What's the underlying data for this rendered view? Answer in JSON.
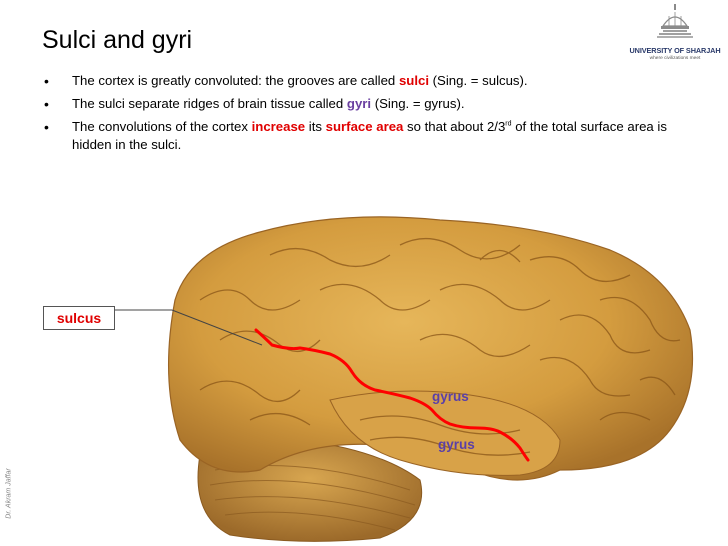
{
  "slide": {
    "title": "Sulci and gyri",
    "bullets": {
      "b1": {
        "pre": "The cortex is greatly convoluted: the grooves are called ",
        "term": "sulci",
        "post": " (Sing. = sulcus)."
      },
      "b2": {
        "pre": "The sulci separate ridges of brain tissue called ",
        "term": "gyri",
        "post": " (Sing. = gyrus)."
      },
      "b3": {
        "pre": "The convolutions of the cortex ",
        "term1": "increase",
        "mid": " its ",
        "term2": "surface area",
        "post": " so that about 2/3",
        "sup": "rd",
        "post2": " of the total surface area is hidden in the sulci."
      }
    },
    "logo": {
      "name": "UNIVERSITY OF SHARJAH",
      "tagline": "where civilizations meet"
    },
    "credit": "Dr. Akram Jaffar",
    "labels": {
      "sulcus": "sulcus",
      "gyrus1": "gyrus",
      "gyrus2": "gyrus"
    },
    "colors": {
      "emphasis_red": "#e00000",
      "emphasis_purple": "#6a3fa0",
      "sulcus_line": "#ff0000",
      "brain": "#d9a54a"
    }
  }
}
